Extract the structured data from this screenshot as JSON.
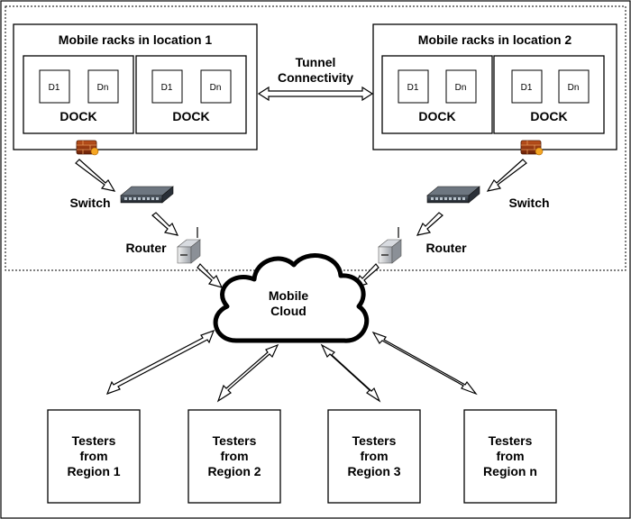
{
  "diagram": {
    "location1": {
      "title": "Mobile racks in location 1",
      "docks": [
        {
          "label": "DOCK",
          "device_a": "D1",
          "device_b": "Dn"
        },
        {
          "label": "DOCK",
          "device_a": "D1",
          "device_b": "Dn"
        }
      ],
      "switch_label": "Switch",
      "router_label": "Router"
    },
    "location2": {
      "title": "Mobile racks in location 2",
      "docks": [
        {
          "label": "DOCK",
          "device_a": "D1",
          "device_b": "Dn"
        },
        {
          "label": "DOCK",
          "device_a": "D1",
          "device_b": "Dn"
        }
      ],
      "switch_label": "Switch",
      "router_label": "Router"
    },
    "tunnel": {
      "line1": "Tunnel",
      "line2": "Connectivity"
    },
    "cloud": {
      "line1": "Mobile",
      "line2": "Cloud"
    },
    "testers": [
      {
        "line1": "Testers",
        "line2": "from",
        "line3": "Region 1"
      },
      {
        "line1": "Testers",
        "line2": "from",
        "line3": "Region 2"
      },
      {
        "line1": "Testers",
        "line2": "from",
        "line3": "Region 3"
      },
      {
        "line1": "Testers",
        "line2": "from",
        "line3": "Region n"
      }
    ],
    "icons": {
      "firewall": "firewall-icon",
      "switch": "network-switch-icon",
      "router": "wifi-router-icon"
    }
  }
}
